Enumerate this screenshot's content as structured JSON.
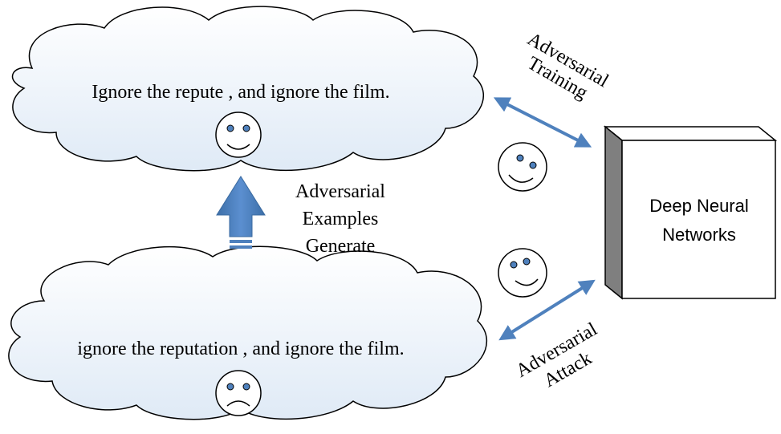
{
  "top_cloud": {
    "sentence": "Ignore the repute , and ignore the film."
  },
  "bottom_cloud": {
    "sentence": "ignore the reputation , and ignore the film."
  },
  "generate_label": {
    "line1": "Adversarial",
    "line2": "Examples",
    "line3": "Generate"
  },
  "training_label": {
    "line1": "Adversarial",
    "line2": "Training"
  },
  "attack_label": {
    "line1": "Adversarial",
    "line2": "Attack"
  },
  "dnn_box": {
    "line1": "Deep Neural",
    "line2": "Networks"
  },
  "colors": {
    "cloud_fill": "#dfeaf6",
    "arrow_blue": "#4f81bd",
    "face_eye": "#4f81bd",
    "box_side": "#7f7f7f"
  }
}
